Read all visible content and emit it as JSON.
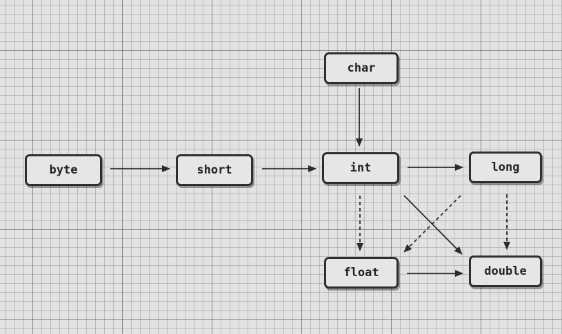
{
  "nodes": {
    "char": "char",
    "byte": "byte",
    "short": "short",
    "int": "int",
    "long": "long",
    "float": "float",
    "double": "double"
  },
  "edges": [
    {
      "from": "byte",
      "to": "short",
      "style": "solid"
    },
    {
      "from": "short",
      "to": "int",
      "style": "solid"
    },
    {
      "from": "char",
      "to": "int",
      "style": "solid"
    },
    {
      "from": "int",
      "to": "long",
      "style": "solid"
    },
    {
      "from": "int",
      "to": "double",
      "style": "solid"
    },
    {
      "from": "int",
      "to": "float",
      "style": "dashed"
    },
    {
      "from": "long",
      "to": "float",
      "style": "dashed"
    },
    {
      "from": "long",
      "to": "double",
      "style": "dashed"
    },
    {
      "from": "float",
      "to": "double",
      "style": "solid"
    }
  ],
  "colors": {
    "line": "#2b2b2b",
    "node_fill": "#e6e6e6",
    "node_border": "#2e2e2e",
    "grid_background": "#e2e2e0"
  }
}
